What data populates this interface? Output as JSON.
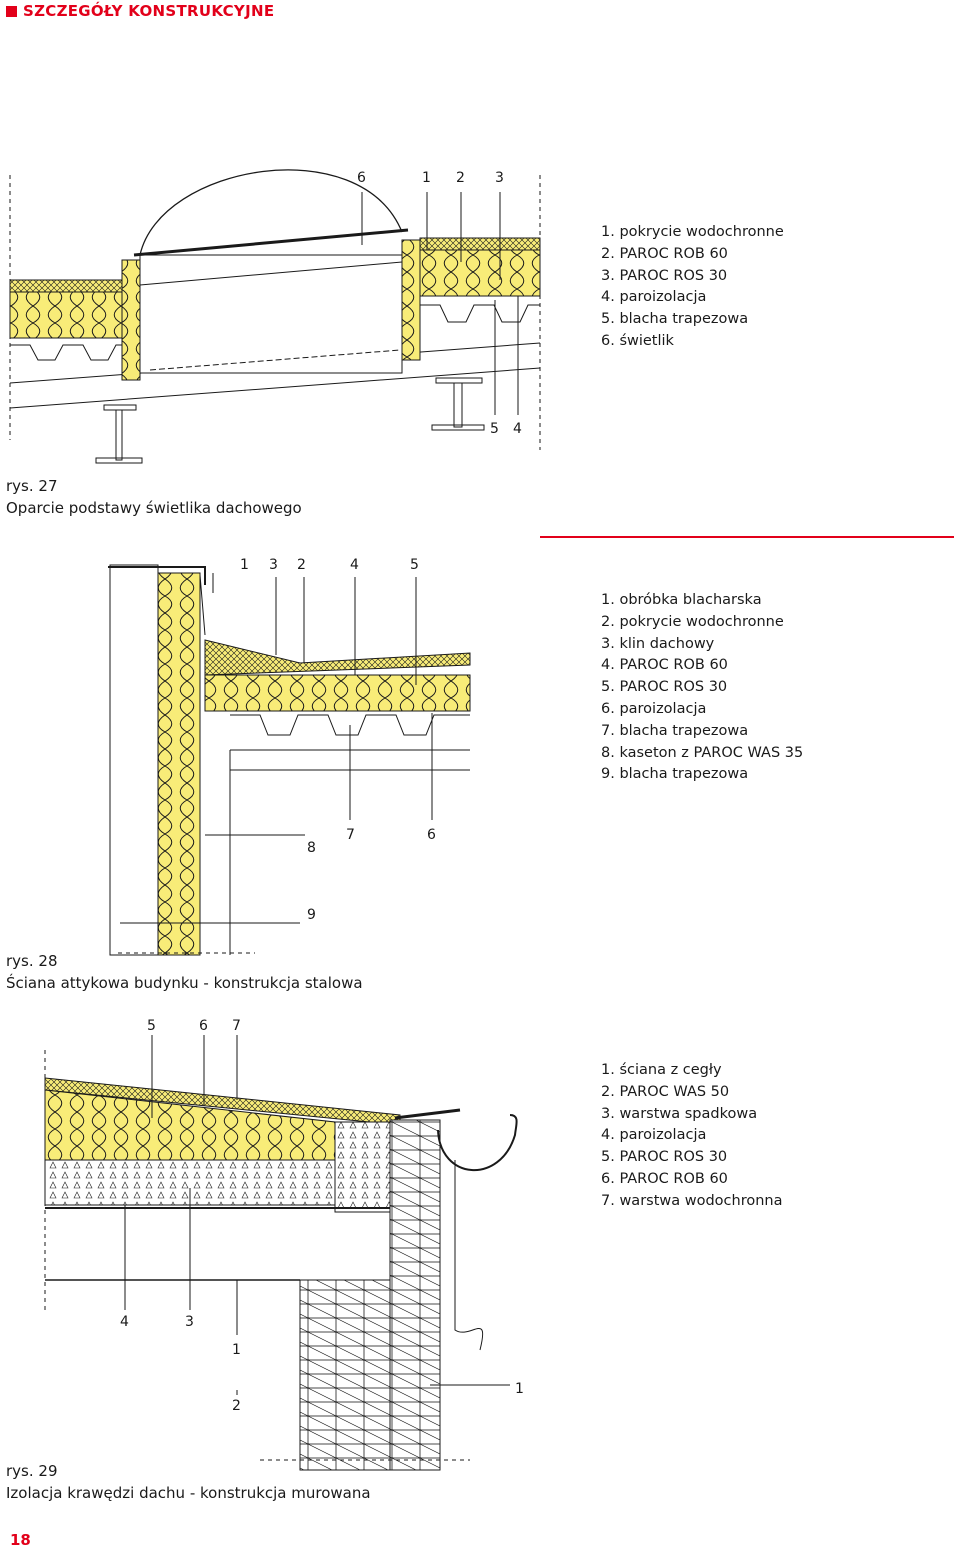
{
  "header": {
    "title": "SZCZEGÓŁY KONSTRUKCYJNE"
  },
  "page_number": "18",
  "figures": [
    {
      "caption_no": "rys. 27",
      "caption": "Oparcie podstawy świetlika dachowego",
      "callouts_top": [
        "6",
        "1",
        "2",
        "3"
      ],
      "callouts_bottom": [
        "5",
        "4"
      ],
      "legend": [
        "1. pokrycie wodochronne",
        "2. PAROC ROB 60",
        "3. PAROC ROS 30",
        "4. paroizolacja",
        "5. blacha trapezowa",
        "6. świetlik"
      ]
    },
    {
      "caption_no": "rys. 28",
      "caption": "Ściana attykowa budynku - konstrukcja stalowa",
      "callouts_top": [
        "1",
        "3",
        "2",
        "4",
        "5"
      ],
      "callouts_mid": [
        "8",
        "7",
        "6"
      ],
      "callouts_bottom": [
        "9"
      ],
      "legend": [
        "1. obróbka blacharska",
        "2. pokrycie wodochronne",
        "3. klin dachowy",
        "4. PAROC ROB 60",
        "5. PAROC ROS 30",
        "6. paroizolacja",
        "7. blacha trapezowa",
        "8. kaseton z PAROC WAS 35",
        "9. blacha trapezowa"
      ]
    },
    {
      "caption_no": "rys. 29",
      "caption": "Izolacja krawędzi dachu - konstrukcja murowana",
      "callouts_top": [
        "5",
        "6",
        "7"
      ],
      "callouts_bottom": [
        "4",
        "3",
        "1",
        "2",
        "1"
      ],
      "legend": [
        "1. ściana z cegły",
        "2. PAROC WAS 50",
        "3. warstwa spadkowa",
        "4. paroizolacja",
        "5. PAROC ROS 30",
        "6. PAROC ROB 60",
        "7. warstwa wodochronna"
      ]
    }
  ],
  "colors": {
    "accent": "#e2001a",
    "insulation": "#f8ec78",
    "line": "#1a1a1a"
  }
}
